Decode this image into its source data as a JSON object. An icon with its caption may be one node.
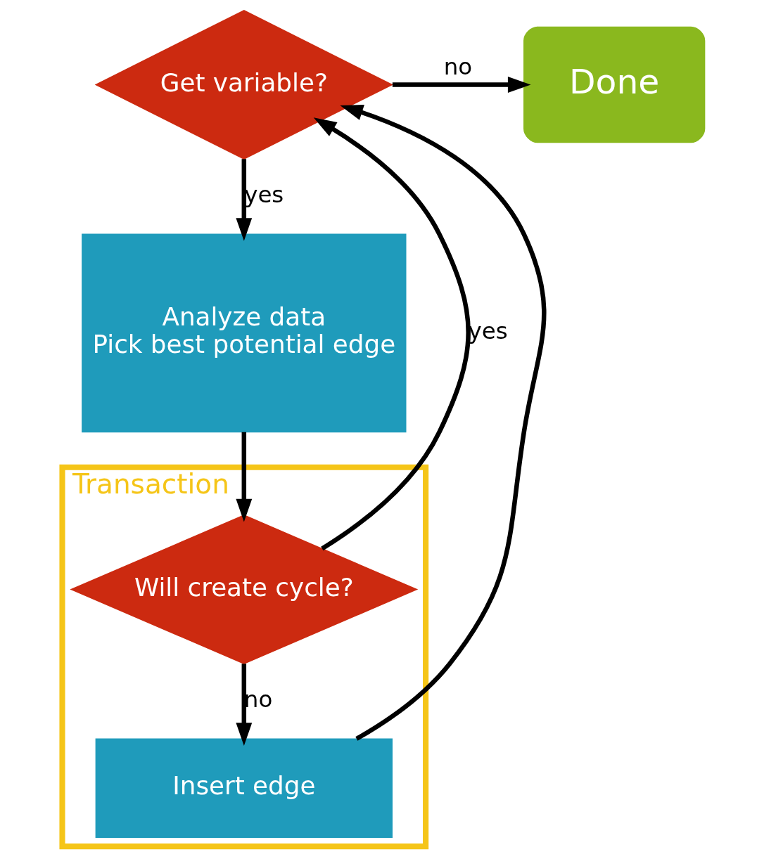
{
  "diagram": {
    "nodes": [
      {
        "text": [
          "Get variable?"
        ]
      },
      {
        "text": [
          "Done"
        ]
      },
      {
        "text": [
          "Analyze data",
          "Pick best potential edge"
        ]
      },
      {
        "text": [
          "Transaction"
        ]
      },
      {
        "text": [
          "Will create cycle?"
        ],
        "in": 3
      },
      {
        "text": [
          "Insert edge"
        ],
        "in": 3
      }
    ],
    "edges": [
      {
        "from": 0,
        "to": 1,
        "arrow": "to",
        "label": "no"
      },
      {
        "from": 0,
        "to": 2,
        "arrow": "to",
        "label": "yes"
      },
      {
        "from": 2,
        "to": 4,
        "arrow": "to"
      },
      {
        "from": 4,
        "to": 5,
        "arrow": "to",
        "label": "no"
      },
      {
        "from": 4,
        "to": 0,
        "arrow": "to",
        "label": "yes"
      },
      {
        "from": 5,
        "to": 0,
        "arrow": "to"
      }
    ]
  }
}
